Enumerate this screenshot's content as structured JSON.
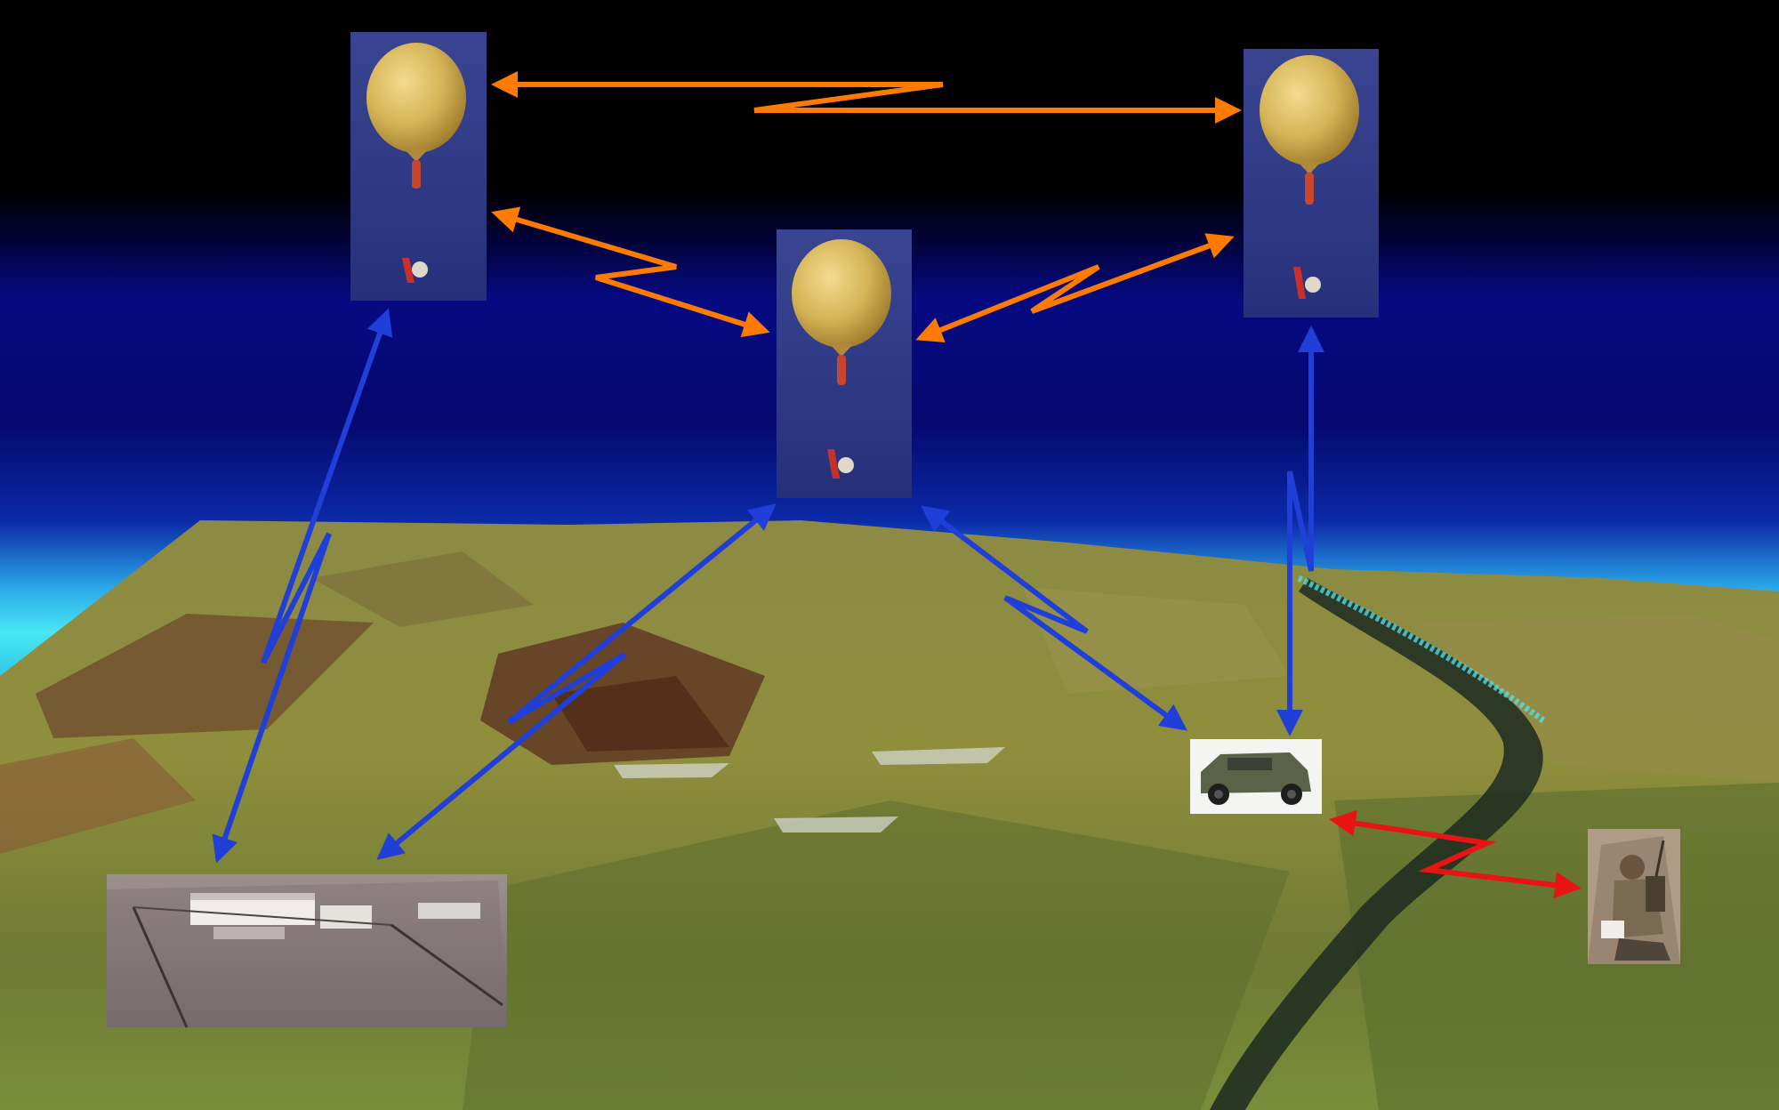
{
  "colors": {
    "space_top": "#000000",
    "atmosphere_deep": "#04066e",
    "atmosphere_horizon": "#2fd8f0",
    "terrain": "#8f8a3f",
    "panel": "#2e3a86",
    "balloon": "#d8b85a",
    "satellite_link": "#ff7a00",
    "ground_link": "#1f3fd8",
    "field_link": "#e81414",
    "river": "#1c2a20"
  },
  "nodes": [
    {
      "id": "balloon-platform-left",
      "kind": "balloon",
      "icon": "high-altitude-balloon-icon"
    },
    {
      "id": "balloon-platform-center",
      "kind": "balloon",
      "icon": "high-altitude-balloon-icon"
    },
    {
      "id": "balloon-platform-right",
      "kind": "balloon",
      "icon": "high-altitude-balloon-icon"
    },
    {
      "id": "ground-station",
      "kind": "photo",
      "icon": "ground-station-building-icon"
    },
    {
      "id": "military-vehicle",
      "kind": "photo",
      "icon": "humvee-vehicle-icon"
    },
    {
      "id": "field-soldier",
      "kind": "photo",
      "icon": "soldier-radio-icon"
    }
  ],
  "links": [
    {
      "from": "balloon-platform-left",
      "to": "balloon-platform-right",
      "type": "balloon-to-balloon",
      "color": "#ff7a00"
    },
    {
      "from": "balloon-platform-left",
      "to": "balloon-platform-center",
      "type": "balloon-to-balloon",
      "color": "#ff7a00"
    },
    {
      "from": "balloon-platform-center",
      "to": "balloon-platform-right",
      "type": "balloon-to-balloon",
      "color": "#ff7a00"
    },
    {
      "from": "balloon-platform-left",
      "to": "ground-station",
      "type": "balloon-to-ground",
      "color": "#1f3fd8"
    },
    {
      "from": "balloon-platform-center",
      "to": "ground-station",
      "type": "balloon-to-ground",
      "color": "#1f3fd8"
    },
    {
      "from": "balloon-platform-center",
      "to": "military-vehicle",
      "type": "balloon-to-ground",
      "color": "#1f3fd8"
    },
    {
      "from": "balloon-platform-right",
      "to": "military-vehicle",
      "type": "balloon-to-ground",
      "color": "#1f3fd8"
    },
    {
      "from": "military-vehicle",
      "to": "field-soldier",
      "type": "ground-to-ground",
      "color": "#e81414"
    }
  ]
}
